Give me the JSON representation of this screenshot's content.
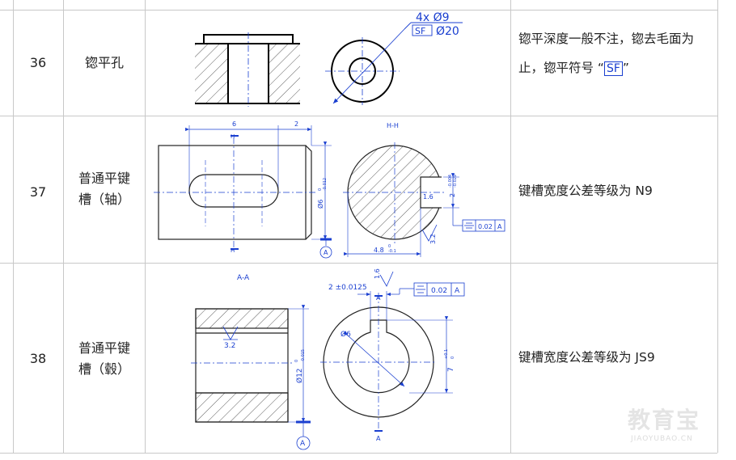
{
  "rows": [
    {
      "num": "36",
      "name": "锪平孔",
      "desc_part1": "锪平深度一般不注，锪去毛面为止，锪平符号 “",
      "sf_symbol": "SF",
      "desc_part2": "”",
      "drawing": {
        "count_dia": "4x Ø9",
        "sf": "SF",
        "spot_dia": "Ø20"
      }
    },
    {
      "num": "37",
      "name": "普通平键槽（轴）",
      "desc": "键槽宽度公差等级为 N9",
      "drawing": {
        "section_title": "H-H",
        "dim_6": "6",
        "dim_2": "2",
        "section_letter": "H",
        "shaft_dia": "Ø6",
        "shaft_tol_upper": "0",
        "shaft_tol_lower": "-0.012",
        "key_width": "2",
        "key_tol_upper": "-0.004",
        "key_tol_lower": "-0.029",
        "depth": "4.8",
        "depth_tol_upper": "0",
        "depth_tol_lower": "-0.1",
        "rough_1": "1.6",
        "rough_2": "3.2",
        "sym_tol": "0.02",
        "datum": "A"
      }
    },
    {
      "num": "38",
      "name": "普通平键槽（毂）",
      "desc": "键槽宽度公差等级为 JS9",
      "drawing": {
        "section_title": "A-A",
        "rough_1": "1.6",
        "rough_2": "3.2",
        "key_width": "2 ±0.0125",
        "sym_tol": "0.02",
        "datum": "A",
        "section_letter": "A",
        "bore": "Ø6",
        "hub_dia": "Ø12",
        "hub_tol_upper": "0",
        "hub_tol_lower": "-0.015",
        "hub_depth": "7",
        "hub_depth_tol_upper": "+0.1",
        "hub_depth_tol_lower": "0"
      }
    }
  ],
  "watermark": {
    "text": "教育宝",
    "url": "JIAOYUBAO.CN"
  }
}
